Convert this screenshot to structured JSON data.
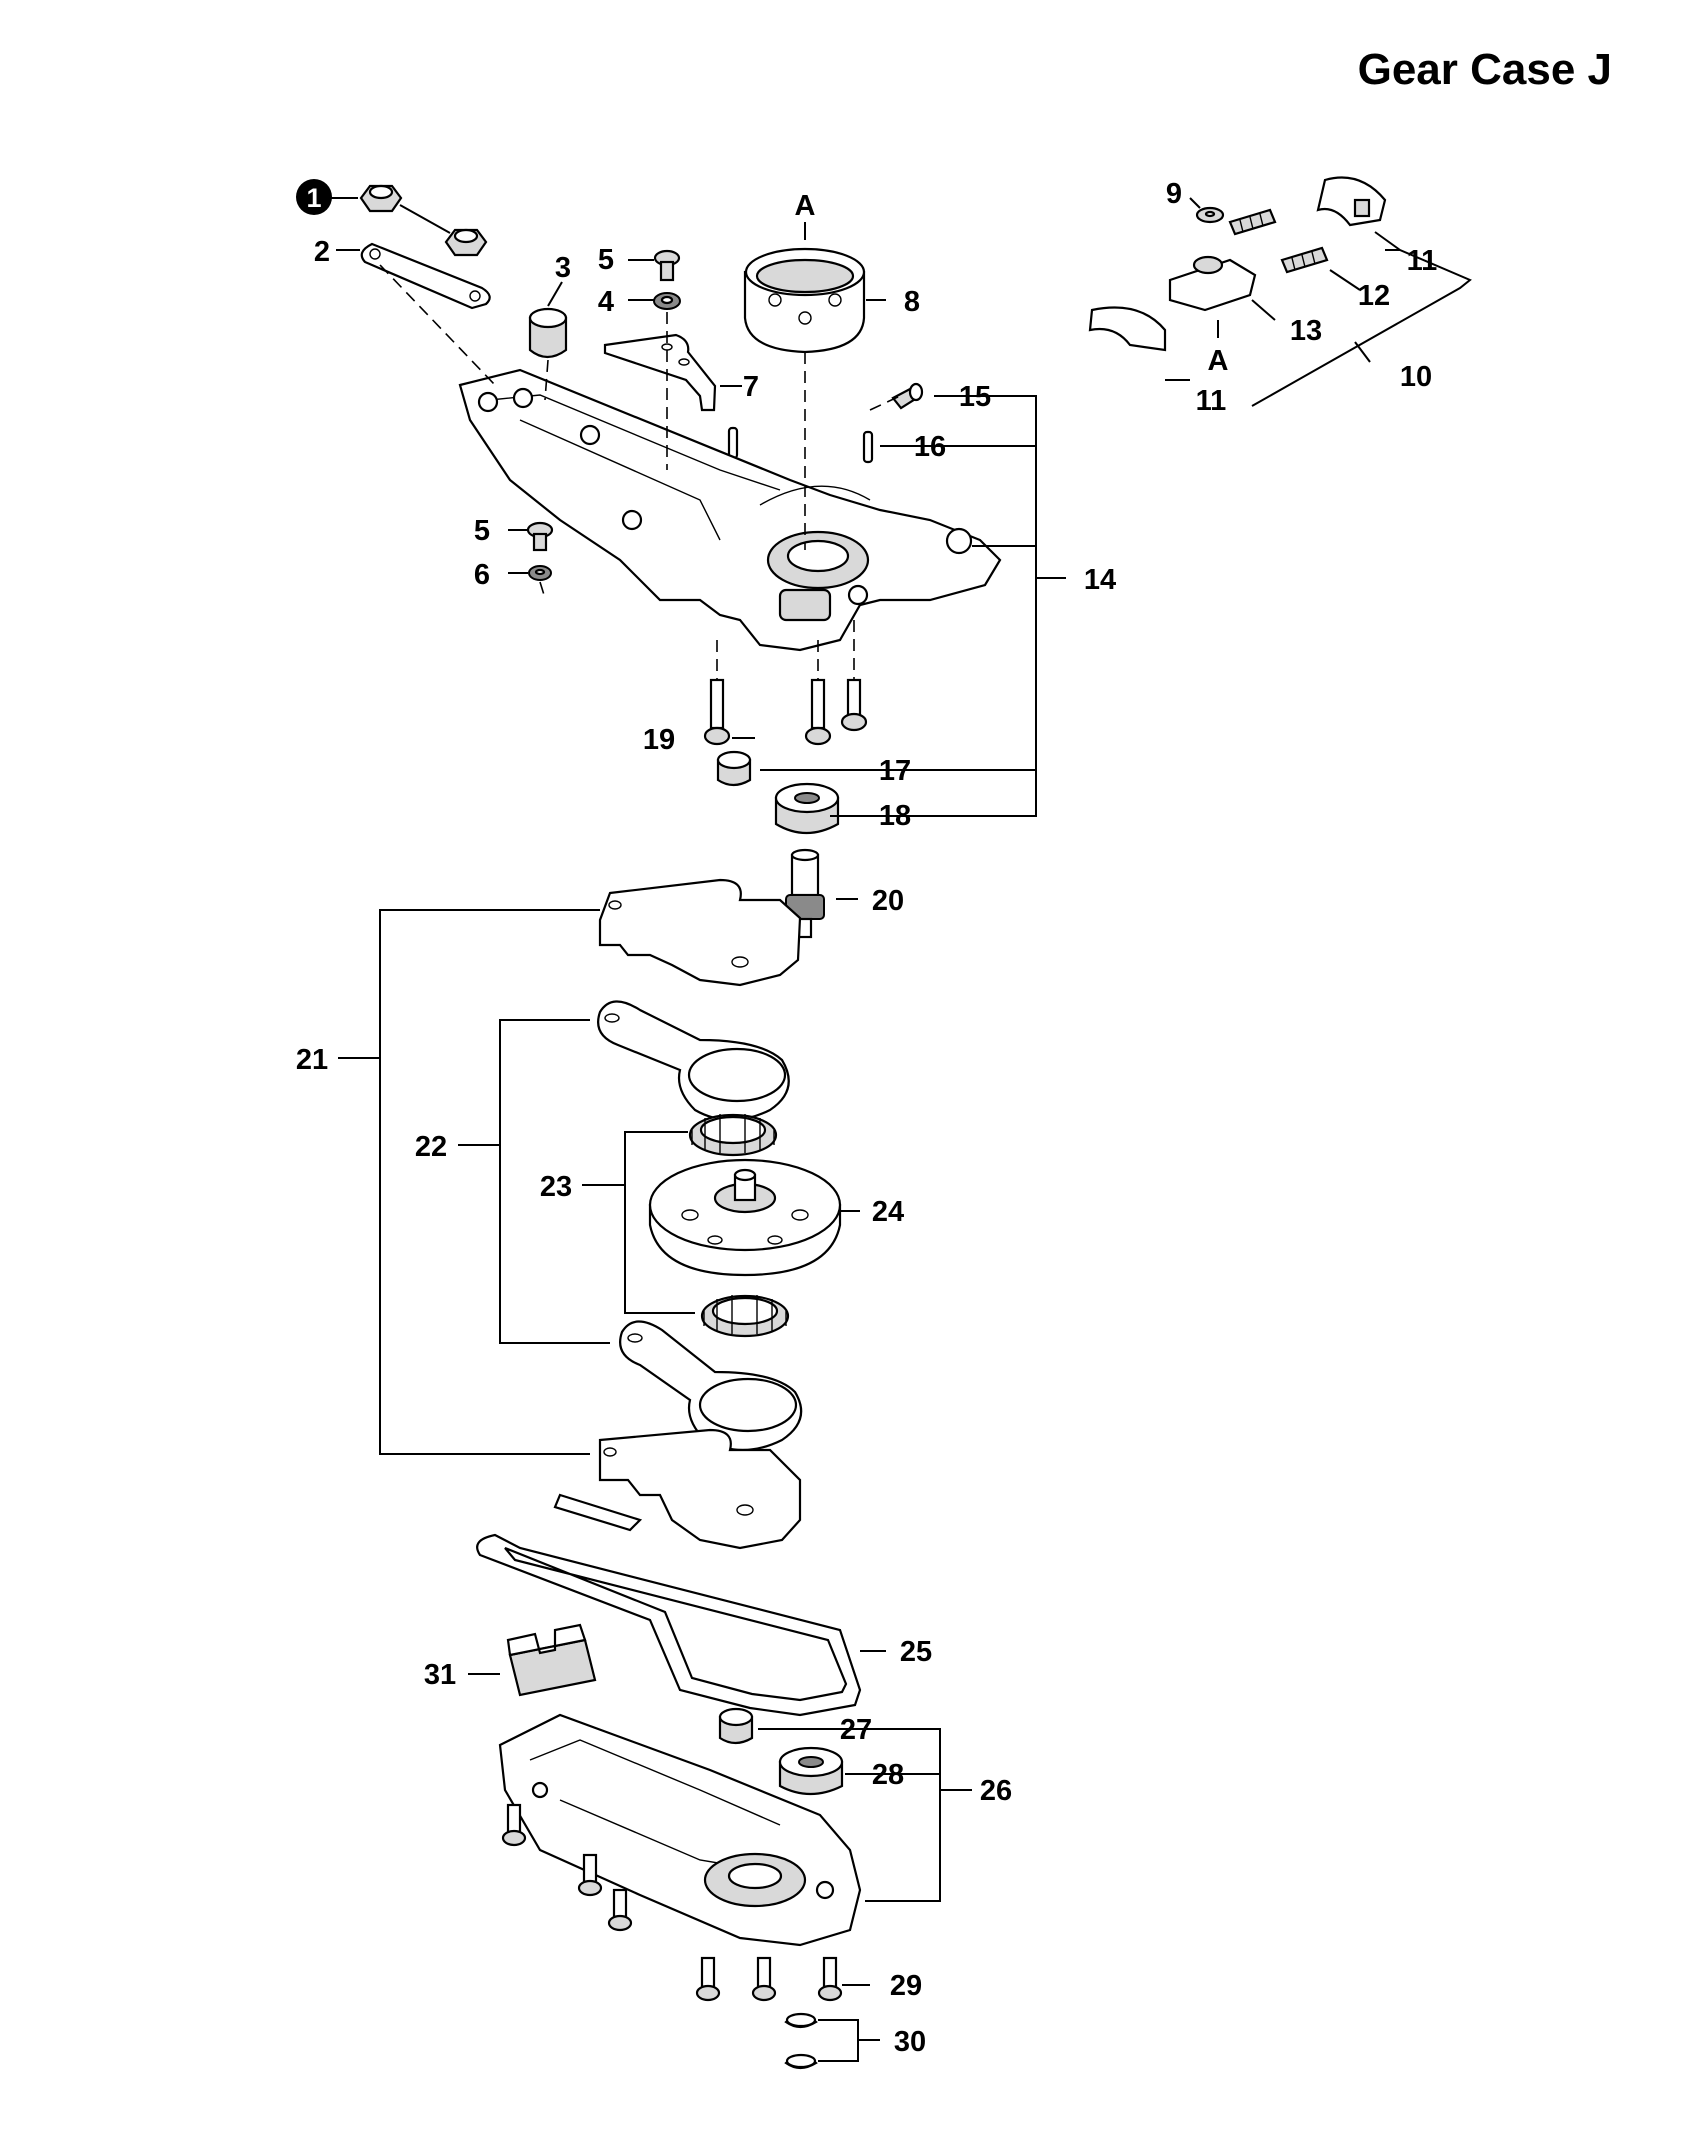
{
  "title": "Gear Case J",
  "callouts": [
    {
      "id": "1",
      "label": "1",
      "highlighted": true
    },
    {
      "id": "2",
      "label": "2"
    },
    {
      "id": "3",
      "label": "3"
    },
    {
      "id": "4",
      "label": "4"
    },
    {
      "id": "5a",
      "label": "5"
    },
    {
      "id": "5b",
      "label": "5"
    },
    {
      "id": "6",
      "label": "6"
    },
    {
      "id": "7",
      "label": "7"
    },
    {
      "id": "8",
      "label": "8"
    },
    {
      "id": "9",
      "label": "9"
    },
    {
      "id": "10",
      "label": "10"
    },
    {
      "id": "11a",
      "label": "11"
    },
    {
      "id": "11b",
      "label": "11"
    },
    {
      "id": "12",
      "label": "12"
    },
    {
      "id": "13",
      "label": "13"
    },
    {
      "id": "14",
      "label": "14"
    },
    {
      "id": "15",
      "label": "15"
    },
    {
      "id": "16",
      "label": "16"
    },
    {
      "id": "17",
      "label": "17"
    },
    {
      "id": "18",
      "label": "18"
    },
    {
      "id": "19",
      "label": "19"
    },
    {
      "id": "20",
      "label": "20"
    },
    {
      "id": "21",
      "label": "21"
    },
    {
      "id": "22",
      "label": "22"
    },
    {
      "id": "23",
      "label": "23"
    },
    {
      "id": "24",
      "label": "24"
    },
    {
      "id": "25",
      "label": "25"
    },
    {
      "id": "26",
      "label": "26"
    },
    {
      "id": "27",
      "label": "27"
    },
    {
      "id": "28",
      "label": "28"
    },
    {
      "id": "29",
      "label": "29"
    },
    {
      "id": "30",
      "label": "30"
    },
    {
      "id": "31",
      "label": "31"
    }
  ],
  "markers": [
    {
      "id": "A1",
      "label": "A"
    },
    {
      "id": "A2",
      "label": "A"
    }
  ]
}
